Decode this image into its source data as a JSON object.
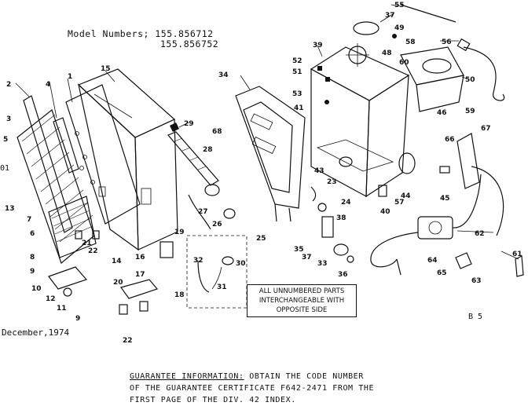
{
  "header": {
    "model_line1": "Model Numbers; 155.856712",
    "model_line2": "155.856752"
  },
  "footer": {
    "date": "December,1974",
    "guarantee_label": "GUARANTEE INFORMATION:",
    "guarantee_line1": " OBTAIN THE CODE NUMBER",
    "guarantee_line2": "OF THE GUARANTEE CERTIFICATE F642-2471 FROM THE",
    "guarantee_line3": "FIRST PAGE OF THE DIV. 42 INDEX."
  },
  "note": {
    "line1": "ALL UNNUMBERED PARTS",
    "line2": "INTERCHANGEABLE WITH",
    "line3": "OPPOSITE SIDE"
  },
  "side_marks": {
    "left_mark": "01",
    "page_mark": "B 5"
  },
  "callouts": {
    "c1": "1",
    "c2": "2",
    "c3": "3",
    "c4": "4",
    "c5": "5",
    "c6": "6",
    "c7": "7",
    "c8": "8",
    "c9": "9",
    "c9b": "9",
    "c10": "10",
    "c11": "11",
    "c12": "12",
    "c13": "13",
    "c14": "14",
    "c15": "15",
    "c16": "16",
    "c17": "17",
    "c18": "18",
    "c19": "19",
    "c20": "20",
    "c21": "21",
    "c22": "22",
    "c22b": "22",
    "c23": "23",
    "c24": "24",
    "c25": "25",
    "c26": "26",
    "c27": "27",
    "c28": "28",
    "c29": "29",
    "c30": "30",
    "c31": "31",
    "c32": "32",
    "c33": "33",
    "c34": "34",
    "c35": "35",
    "c36": "36",
    "c37": "37",
    "c37b": "37",
    "c38": "38",
    "c39": "39",
    "c40": "40",
    "c41": "41",
    "c43": "43",
    "c44": "44",
    "c45": "45",
    "c46": "46",
    "c48": "48",
    "c49": "49",
    "c50": "50",
    "c51": "51",
    "c52": "52",
    "c53": "53",
    "c55": "55",
    "c56": "56",
    "c57": "57",
    "c58": "58",
    "c59": "59",
    "c60": "60",
    "c61": "61",
    "c62": "62",
    "c63": "63",
    "c64": "64",
    "c65": "65",
    "c66": "66",
    "c67": "67",
    "c68": "68"
  }
}
